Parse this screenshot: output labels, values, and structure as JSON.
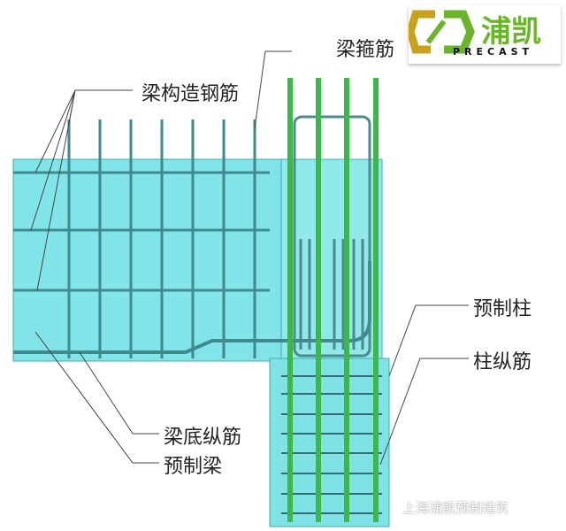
{
  "labels": {
    "beam_stirrup": "梁箍筋",
    "beam_construction_rebar": "梁构造钢筋",
    "precast_column": "预制柱",
    "column_longitudinal_rebar": "柱纵筋",
    "beam_bottom_longitudinal_rebar": "梁底纵筋",
    "precast_beam": "预制梁"
  },
  "logo": {
    "chinese": "浦凯",
    "english": "PRECAST"
  },
  "watermark": "上海浦凯预制建筑",
  "colors": {
    "concrete": "#7fe3e6",
    "rebar_green": "#3cb84a",
    "rebar_grey": "#4d8a8c"
  }
}
